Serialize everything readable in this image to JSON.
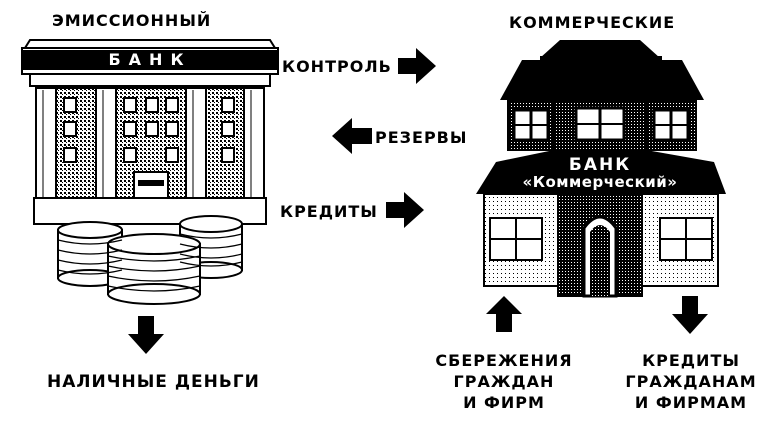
{
  "emission": {
    "heading": "ЭМИССИОННЫЙ",
    "building_sign": "БАНК",
    "output_label": "НАЛИЧНЫЕ ДЕНЬГИ"
  },
  "commercial": {
    "heading": "КОММЕРЧЕСКИЕ",
    "sign_line1": "БАНК",
    "sign_line2": "«Коммерческий»",
    "input_lines": [
      "СБЕРЕЖЕНИЯ",
      "ГРАЖДАН",
      "И ФИРМ"
    ],
    "output_lines": [
      "КРЕДИТЫ",
      "ГРАЖДАНАМ",
      "И ФИРМАМ"
    ]
  },
  "flows": {
    "control": "КОНТРОЛЬ",
    "reserves": "РЕЗЕРВЫ",
    "credits": "КРЕДИТЫ"
  },
  "colors": {
    "ink": "#000000",
    "paper": "#ffffff",
    "halftone": "#8c8c8c"
  }
}
